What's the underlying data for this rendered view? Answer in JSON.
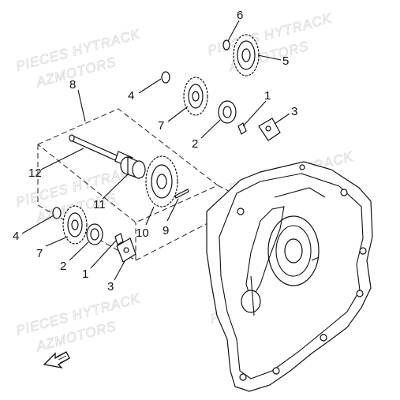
{
  "watermark": {
    "line1": "PIECES HYTRACK",
    "line2": "AZMOTORS"
  },
  "callouts": [
    {
      "id": "c6-top",
      "label": "6"
    },
    {
      "id": "c5-top",
      "label": "5"
    },
    {
      "id": "c1-top",
      "label": "1"
    },
    {
      "id": "c3-top",
      "label": "3"
    },
    {
      "id": "c4-top",
      "label": "4"
    },
    {
      "id": "c7-top",
      "label": "7"
    },
    {
      "id": "c2-top",
      "label": "2"
    },
    {
      "id": "c8",
      "label": "8"
    },
    {
      "id": "c12",
      "label": "12"
    },
    {
      "id": "c11",
      "label": "11"
    },
    {
      "id": "c10",
      "label": "10"
    },
    {
      "id": "c9",
      "label": "9"
    },
    {
      "id": "c4-bot",
      "label": "4"
    },
    {
      "id": "c7-bot",
      "label": "7"
    },
    {
      "id": "c2-bot",
      "label": "2"
    },
    {
      "id": "c1-bot",
      "label": "1"
    },
    {
      "id": "c3-bot",
      "label": "3"
    }
  ],
  "icons": {
    "front_arrow": "front-direction-arrow-icon"
  }
}
